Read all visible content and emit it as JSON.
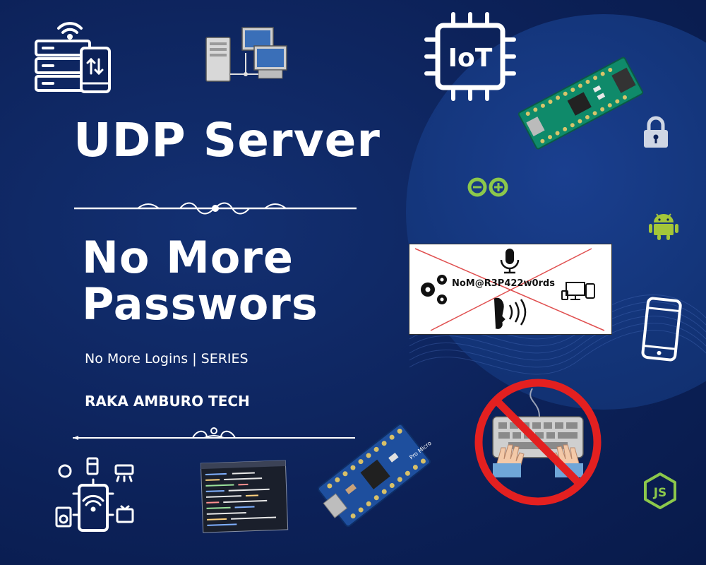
{
  "title": "UDP Server",
  "headline": {
    "line1": "No More",
    "line2": "Passwors"
  },
  "series": "No More Logins | SERIES",
  "brand": "RAKA AMBURO TECH",
  "poster": {
    "text": "NoM@R3P422w0rds"
  },
  "icons": {
    "iot_chip_label": "IoT",
    "nodejs_label": "JS",
    "board_label": "Pro Micro"
  },
  "colors": {
    "background": "#0c2158",
    "accent_green": "#8cc84b",
    "android_green": "#a4c639",
    "prohibit_red": "#e32020"
  }
}
